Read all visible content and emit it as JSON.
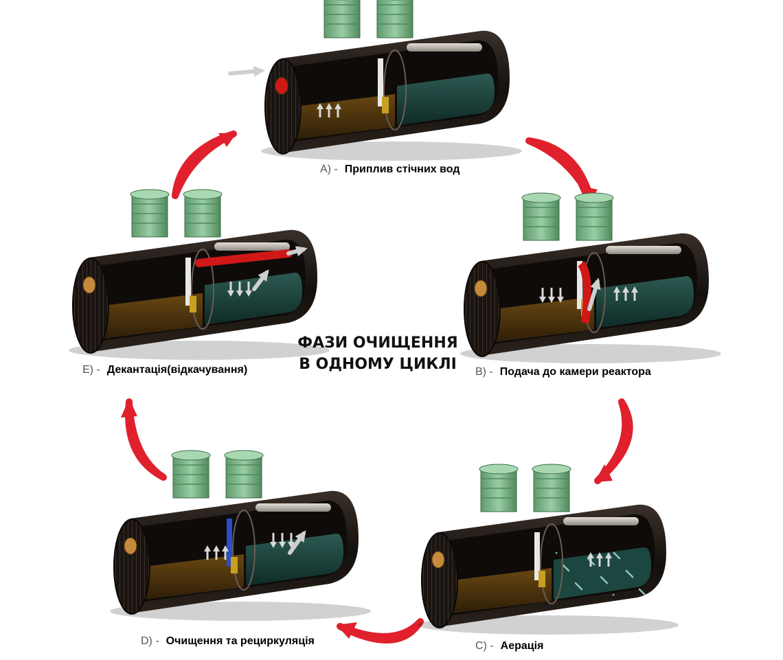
{
  "center_title": {
    "line1": "ФАЗИ ОЧИЩЕННЯ",
    "line2": "В ОДНОМУ ЦИКЛІ"
  },
  "phases": [
    {
      "id": "A",
      "letter": "A) -",
      "label": "Приплив стічних вод"
    },
    {
      "id": "B",
      "letter": "B) -",
      "label": "Подача до камери реактора"
    },
    {
      "id": "C",
      "letter": "C) -",
      "label": "Аерація"
    },
    {
      "id": "D",
      "letter": "D) -",
      "label": "Очищення та рециркуляція"
    },
    {
      "id": "E",
      "letter": "E) -",
      "label": "Декантація(відкачування)"
    }
  ],
  "colors": {
    "arrow_red": "#e0202c",
    "tank_shell": "#1b1512",
    "sludge": "#5a3a10",
    "reactor_water": "#1f4a44",
    "riser_green": "#7fb48a",
    "inlet_red": "#d01818",
    "pipe_grey": "#b8b4ac"
  }
}
